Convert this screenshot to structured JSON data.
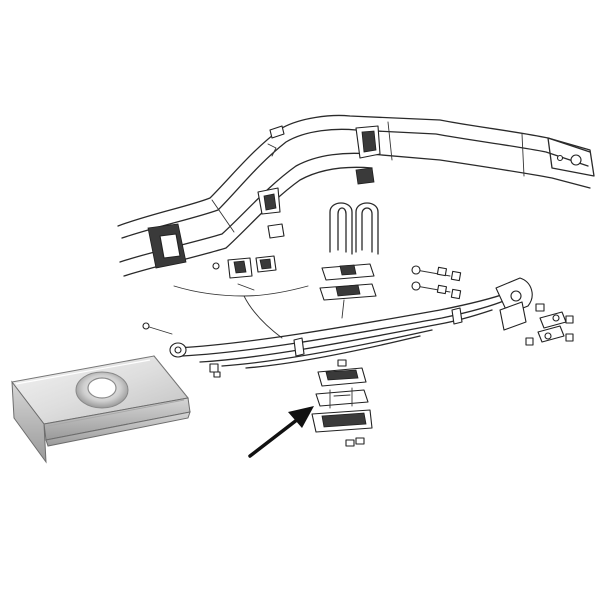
{
  "figure": {
    "colors": {
      "line": "#2a2a2a",
      "background": "#ffffff",
      "metal_light": "#ededed",
      "metal_mid": "#c9c9c9",
      "metal_dark": "#8f8f8f",
      "arrow": "#111111"
    },
    "parts": [
      "chassis-frame-rail",
      "leaf-spring-pack",
      "u-bolt",
      "spring-plate-upper",
      "spring-plate-lower",
      "spring-shackle",
      "eye-bolts",
      "nuts",
      "highlighted-spring-plate"
    ]
  }
}
